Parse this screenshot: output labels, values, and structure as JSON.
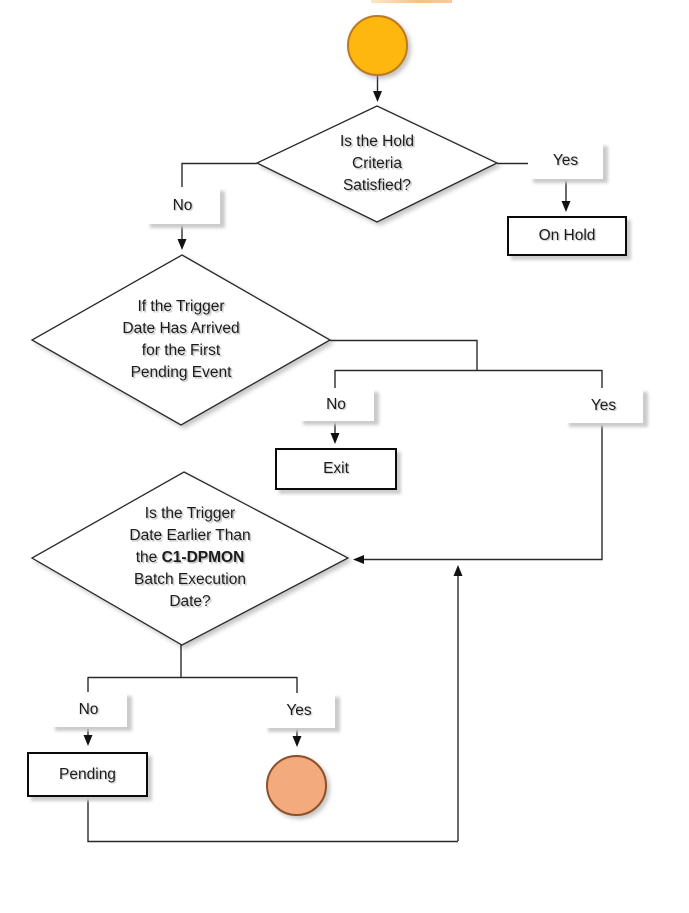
{
  "diagram_type": "flowchart",
  "colors": {
    "line": "#2a2a2a",
    "start_circle_fill": "#FEB70F",
    "start_circle_stroke": "#BD7A1F",
    "end_circle_fill": "#F3AB7D",
    "end_circle_stroke": "#8E4F2B",
    "shape_fill": "#ffffff",
    "shape_border": "#0a0a0a"
  },
  "nodes": {
    "decision1": {
      "lines": [
        "Is the Hold",
        "Criteria",
        "Satisfied?"
      ]
    },
    "on_hold": {
      "label": "On Hold"
    },
    "decision2": {
      "lines": [
        "If the Trigger",
        "Date Has Arrived",
        "for the First",
        "Pending Event"
      ]
    },
    "exit": {
      "label": "Exit"
    },
    "decision3": {
      "line1": "Is the Trigger",
      "line2": "Date Earlier Than",
      "line3_prefix": "the ",
      "line3_bold": "C1-DPMON",
      "line4": "Batch Execution",
      "line5": "Date?"
    },
    "pending": {
      "label": "Pending"
    }
  },
  "edge_labels": {
    "decision1_yes": "Yes",
    "decision1_no": "No",
    "decision2_no": "No",
    "decision2_yes": "Yes",
    "decision3_no": "No",
    "decision3_yes": "Yes"
  }
}
